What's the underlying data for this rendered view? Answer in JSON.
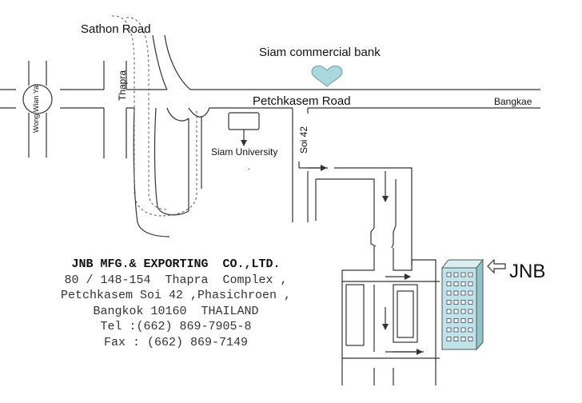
{
  "labels": {
    "sathon": "Sathon  Road",
    "siam_commercial_bank": "Siam commercial bank",
    "petchkasem": "Petchkasem  Road",
    "bangkae": "Bangkae",
    "thapra": "Thapra",
    "wong_wian_yai": "Wong Wian Yai",
    "siam_university": "Siam  University",
    "soi_42": "Soi 42",
    "jnb": "JNB",
    "dot": "."
  },
  "address": {
    "company": "JNB MFG.& EXPORTING  CO.,LTD.",
    "line1": "80 / 148-154  Thapra  Complex ,",
    "line2": "Petchkasem Soi 42 ,Phasichroen ,",
    "line3": "Bangkok 10160  THAILAND",
    "tel": "Tel :(662) 869-7905-8",
    "fax": "Fax : (662) 869-7149"
  },
  "colors": {
    "road_line": "#333333",
    "background": "#ffffff",
    "building_fill": "#bfe3e6",
    "building_window": "#ffffff",
    "bank_marker": "#a9d9de"
  },
  "icons": {
    "bank": "heart-marker-icon",
    "building": "office-building-icon",
    "pointer": "hollow-arrow-left-icon",
    "directions": "arrow-icon"
  }
}
